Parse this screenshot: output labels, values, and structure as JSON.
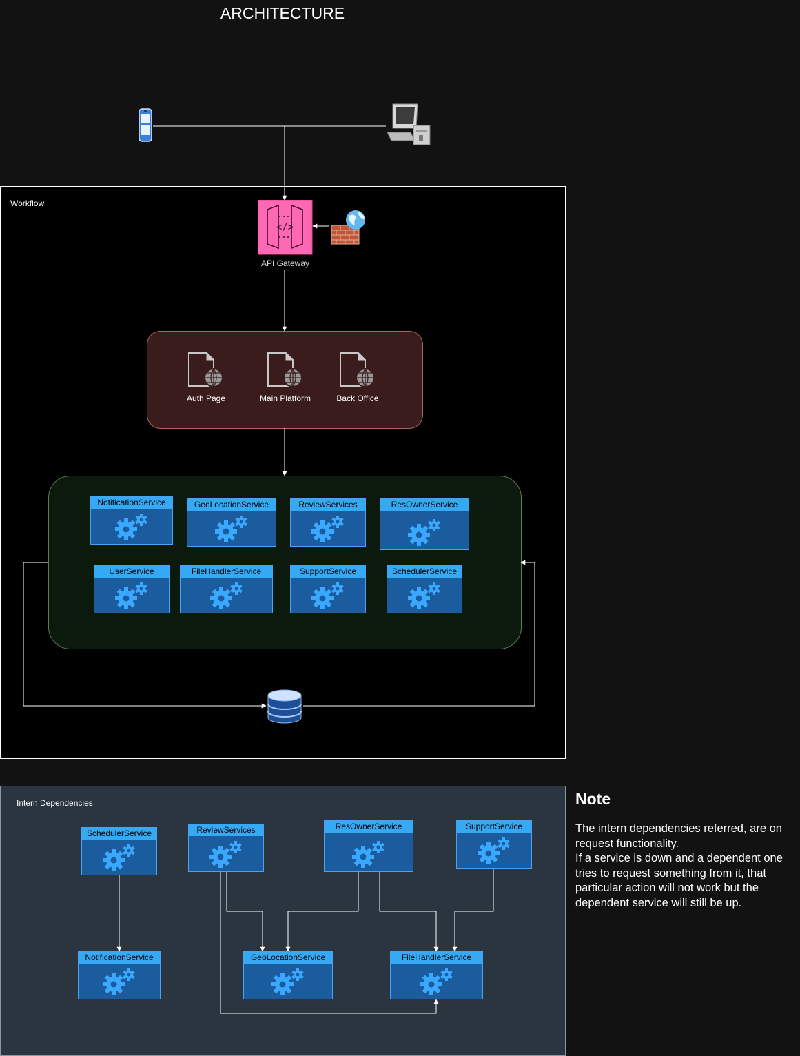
{
  "title": "ARCHITECTURE",
  "workflow": {
    "label": "Workflow",
    "gateway_label": "API Gateway",
    "pages": [
      {
        "label": "Auth Page"
      },
      {
        "label": "Main Platform"
      },
      {
        "label": "Back Office"
      }
    ],
    "services": [
      {
        "label": "NotificationService"
      },
      {
        "label": "GeoLocationService"
      },
      {
        "label": "ReviewServices"
      },
      {
        "label": "ResOwnerService"
      },
      {
        "label": "UserService"
      },
      {
        "label": "FileHandlerService"
      },
      {
        "label": "SupportService"
      },
      {
        "label": "SchedulerService"
      }
    ]
  },
  "dependencies": {
    "label": "Intern Dependencies",
    "services": [
      {
        "label": "SchedulerService"
      },
      {
        "label": "ReviewServices"
      },
      {
        "label": "ResOwnerService"
      },
      {
        "label": "SupportService"
      },
      {
        "label": "NotificationService"
      },
      {
        "label": "GeoLocationService"
      },
      {
        "label": "FileHandlerService"
      }
    ]
  },
  "note": {
    "title": "Note",
    "body": "The intern dependencies referred, are on request functionality.\nIf a service is down and a dependent one tries to request something from it, that particular action will not work but the dependent service will still be up."
  },
  "colors": {
    "gateway": "#ff69b4",
    "service_header": "#36a9f5",
    "service_body": "#1b5c9e",
    "web_group": "#3a1c1c",
    "service_group": "#0c1a0d",
    "deps_bg": "#2a3540"
  }
}
